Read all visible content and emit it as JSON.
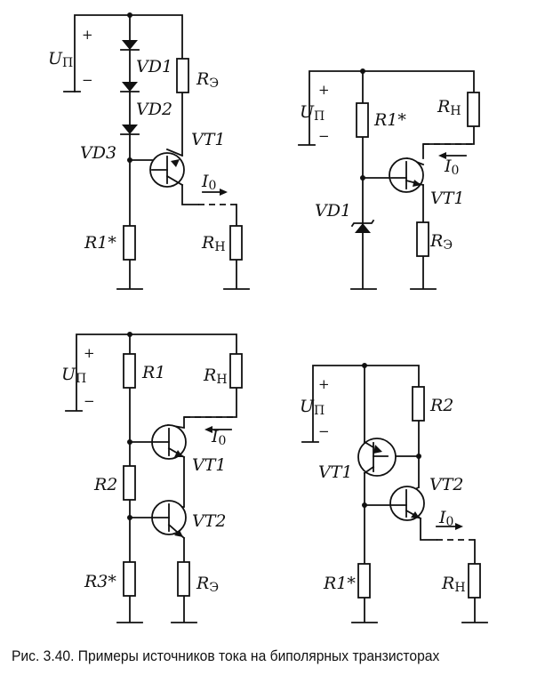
{
  "caption": "Рис. 3.40. Примеры источников тока на биполярных транзисторах",
  "labels": {
    "plus": "+",
    "minus": "−",
    "U": "U",
    "p": "П",
    "R": "R",
    "sub_n": "Н",
    "sub_e": "Э",
    "R1": "R1",
    "R1_star": "R1*",
    "R2": "R2",
    "R3_star": "R3*",
    "VD1": "VD1",
    "VD2": "VD2",
    "VD3": "VD3",
    "VT1": "VT1",
    "VT2": "VT2",
    "I": "I",
    "sub_0": "0"
  }
}
